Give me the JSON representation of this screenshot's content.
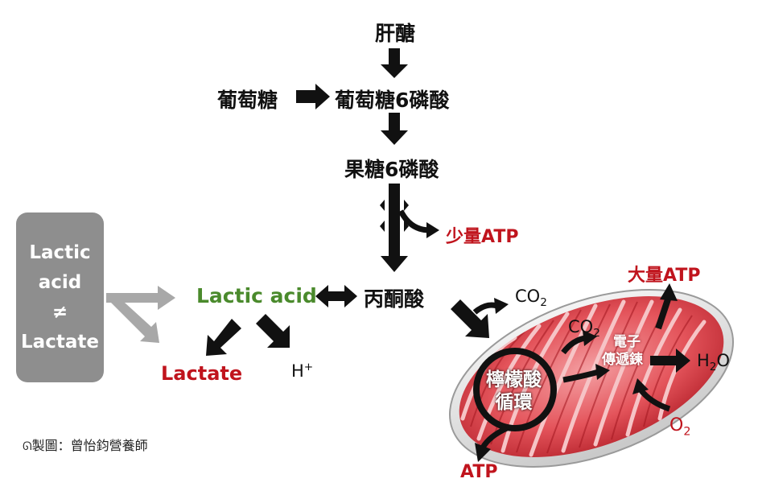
{
  "nodes": {
    "glycogen": "肝醣",
    "glucose": "葡萄糖",
    "glucose6p": "葡萄糖6磷酸",
    "fructose6p": "果糖6磷酸",
    "little_atp": "少量ATP",
    "lactic_acid": "Lactic acid",
    "pyruvate": "丙酮酸",
    "lactate": "Lactate",
    "h_base": "H",
    "h_sup": "+",
    "co2_top_base": "CO",
    "co2_top_sub": "2",
    "co2_inner_base": "CO",
    "co2_inner_sub": "2",
    "big_atp": "大量ATP",
    "etc_line1": "電子",
    "etc_line2": "傳遞鍊",
    "h2o_pre": "H",
    "h2o_sub": "2",
    "h2o_post": "O",
    "o2_base": "O",
    "o2_sub": "2",
    "cycle_line1": "檸檬酸",
    "cycle_line2": "循環",
    "atp_bottom": "ATP"
  },
  "notice": {
    "line1": "Lactic",
    "line2": "acid",
    "line3": "≠",
    "line4": "Lactate"
  },
  "credit": "製圖：曾怡鈞營養師",
  "colors": {
    "red_label": "#c0141d",
    "green_label": "#4a8a2c",
    "grey_box": "#8e8e8e",
    "mito_red": "#e0454c"
  }
}
